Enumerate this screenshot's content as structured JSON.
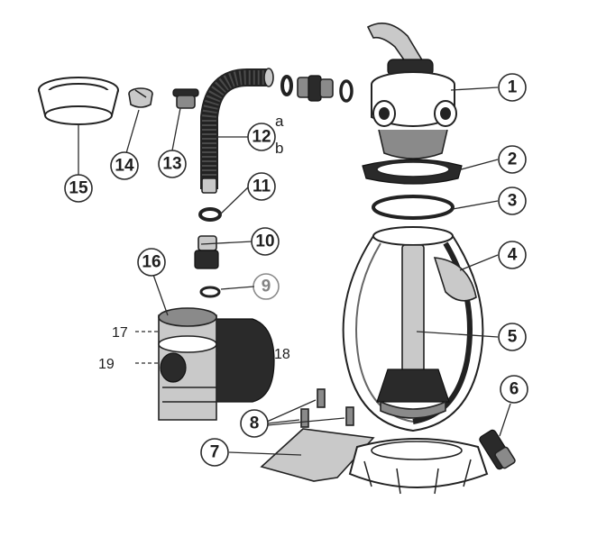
{
  "parts": {
    "p1": "1",
    "p2": "2",
    "p3": "3",
    "p4": "4",
    "p5": "5",
    "p6": "6",
    "p7": "7",
    "p8": "8",
    "p9": "9",
    "p10": "10",
    "p11": "11",
    "p12": "12",
    "p12a": "a",
    "p12b": "b",
    "p13": "13",
    "p14": "14",
    "p15": "15",
    "p16": "16",
    "p17": "17",
    "p18": "18",
    "p19": "19"
  }
}
